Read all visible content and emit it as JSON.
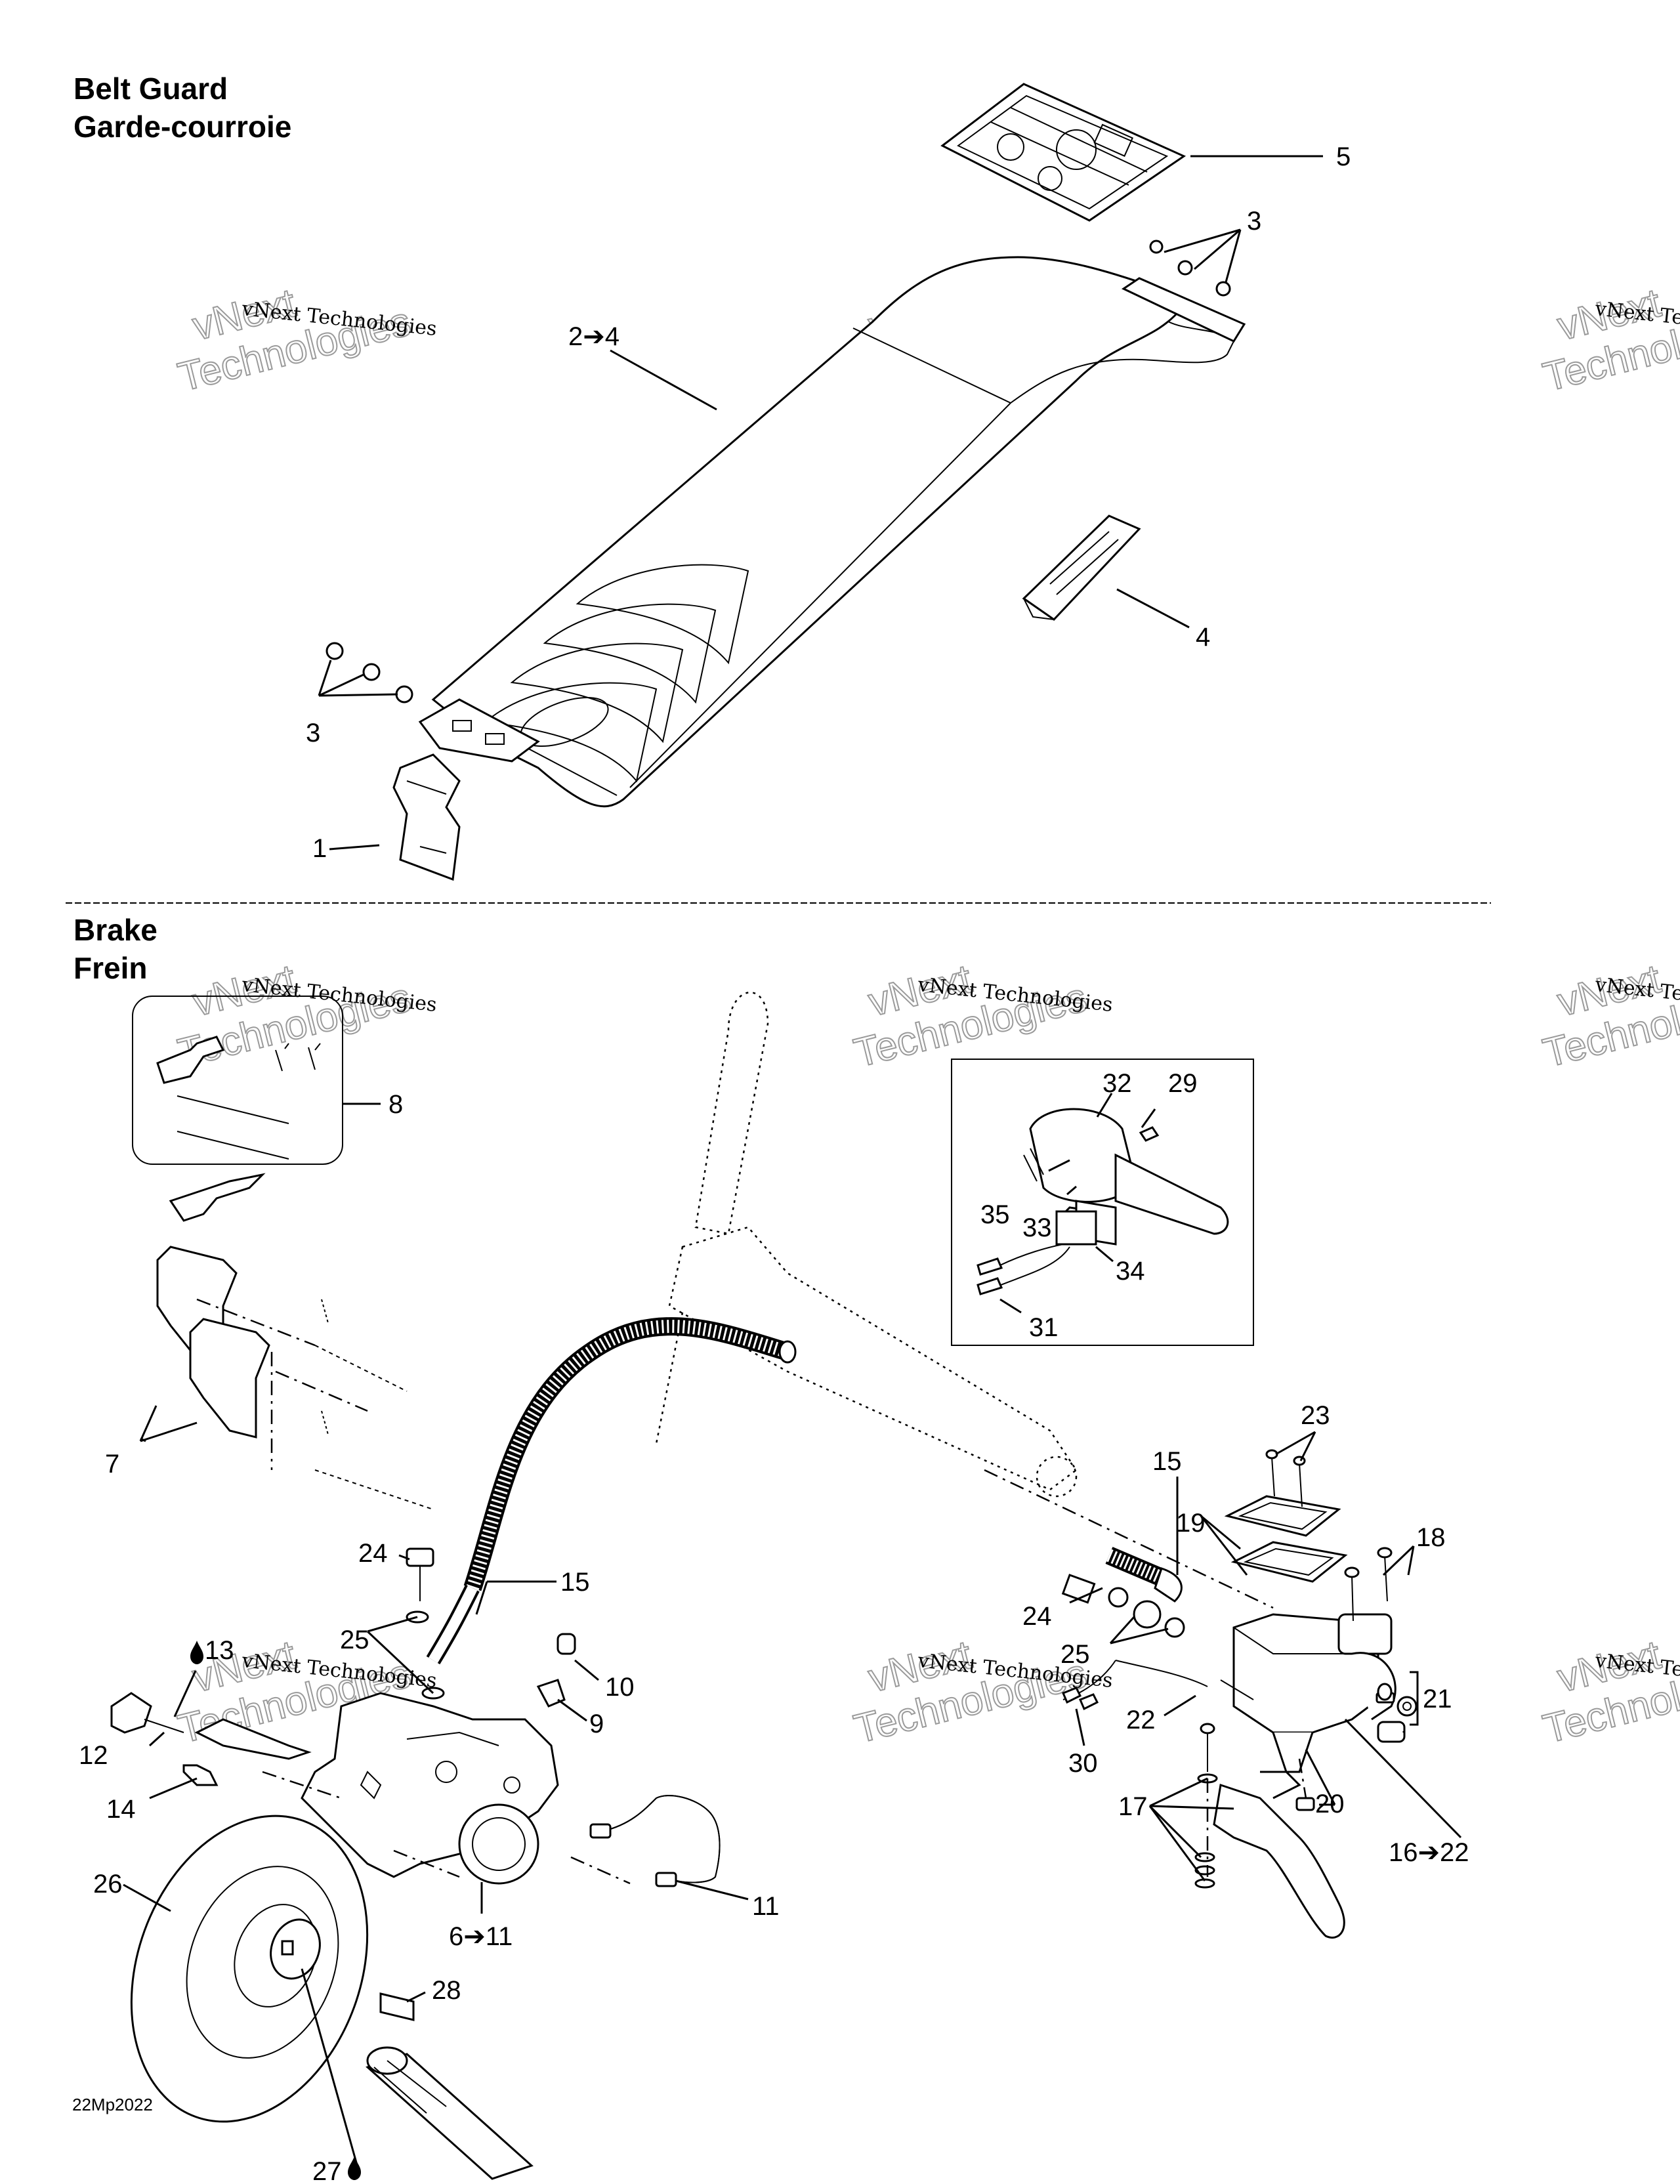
{
  "sections": {
    "belt_guard": {
      "title_en": "Belt Guard",
      "title_fr": "Garde-courroie"
    },
    "brake": {
      "title_en": "Brake",
      "title_fr": "Frein"
    }
  },
  "watermark": {
    "line1": "vNext Technologies",
    "line2": "vNext",
    "line3": "Technologies"
  },
  "callouts": {
    "c5": "5",
    "c3a": "3",
    "c2to4": "2➔4",
    "c4": "4",
    "c3b": "3",
    "c1": "1",
    "c8": "8",
    "c32": "32",
    "c29": "29",
    "c35": "35",
    "c33": "33",
    "c34": "34",
    "c31": "31",
    "c7": "7",
    "c23": "23",
    "c15a": "15",
    "c19": "19",
    "c18": "18",
    "c24a": "24",
    "c15b": "15",
    "c24b": "24",
    "c25a": "25",
    "c25b": "25",
    "c13": "13",
    "c10": "10",
    "c9": "9",
    "c21": "21",
    "c22": "22",
    "c30": "30",
    "c12": "12",
    "c14": "14",
    "c20": "20",
    "c17": "17",
    "c16to22": "16➔22",
    "c26": "26",
    "c11a": "11",
    "c11b": "11",
    "c6to11": "6➔11",
    "c28": "28",
    "c27": "27"
  },
  "drawing_code": "22Mp2022",
  "colors": {
    "ink": "#000000",
    "paper": "#ffffff",
    "watermark": "#9a9a9a"
  }
}
